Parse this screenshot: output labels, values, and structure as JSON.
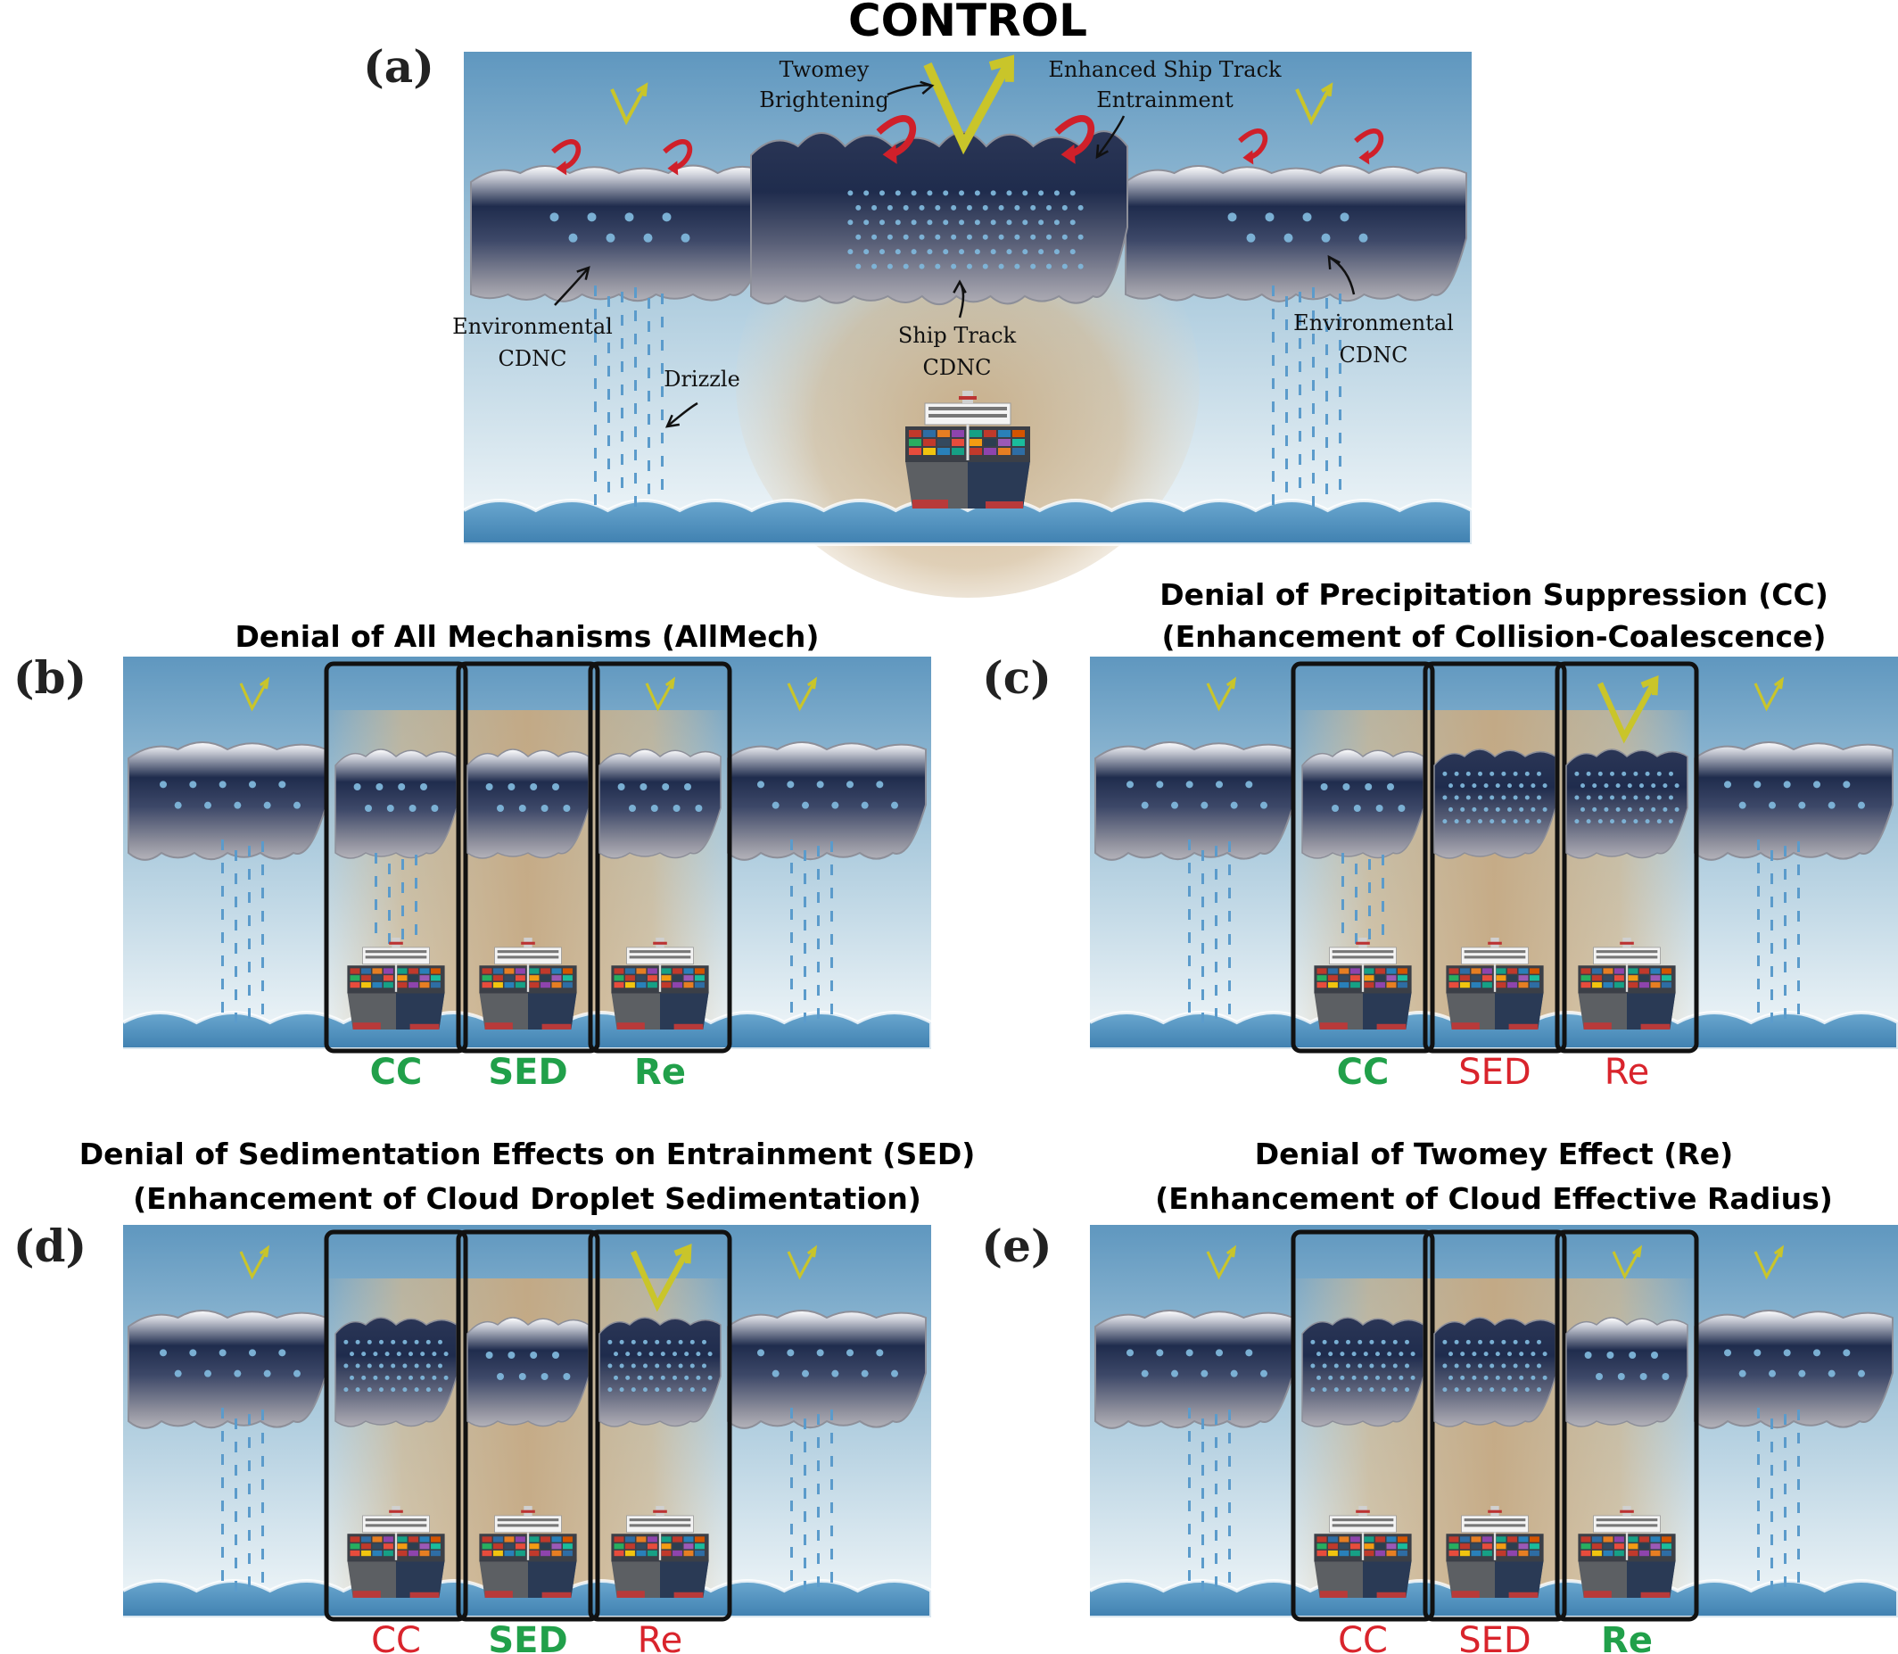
{
  "colors": {
    "sky_top": "#5f97bf",
    "sky_bottom": "#eef5f8",
    "cloud_top": "#ffffff",
    "cloud_dark": "#1f2c4d",
    "cloud_bottom": "#9a9aa4",
    "droplet": "#7eb6da",
    "drizzle": "#5b9bcb",
    "plume": "#c8b088",
    "ocean": "#4a8cba",
    "arrow_yellow": "#c9c52a",
    "arrow_red": "#d0202a",
    "on": "#21a04a",
    "off": "#d9242c"
  },
  "main_title": "CONTROL",
  "panels": [
    {
      "id": "a",
      "label": "(a)",
      "title": [],
      "annotations": {
        "twomey": [
          "Twomey",
          "Brightening"
        ],
        "entrainment": [
          "Enhanced Ship Track",
          "Entrainment"
        ],
        "env_left": [
          "Environmental",
          "CDNC"
        ],
        "env_right": [
          "Environmental",
          "CDNC"
        ],
        "ship_track": [
          "Ship Track",
          "CDNC"
        ],
        "drizzle": "Drizzle"
      }
    },
    {
      "id": "b",
      "label": "(b)",
      "title": [
        "Denial of All Mechanisms (AllMech)"
      ],
      "mechanisms": [
        {
          "label": "CC",
          "status": "on"
        },
        {
          "label": "SED",
          "status": "on"
        },
        {
          "label": "Re",
          "status": "on"
        }
      ]
    },
    {
      "id": "c",
      "label": "(c)",
      "title": [
        "Denial of Precipitation Suppression (CC)",
        "(Enhancement of Collision-Coalescence)"
      ],
      "mechanisms": [
        {
          "label": "CC",
          "status": "on"
        },
        {
          "label": "SED",
          "status": "off"
        },
        {
          "label": "Re",
          "status": "off"
        }
      ]
    },
    {
      "id": "d",
      "label": "(d)",
      "title": [
        "Denial of Sedimentation Effects on Entrainment (SED)",
        "(Enhancement of Cloud Droplet Sedimentation)"
      ],
      "mechanisms": [
        {
          "label": "CC",
          "status": "off"
        },
        {
          "label": "SED",
          "status": "on"
        },
        {
          "label": "Re",
          "status": "off"
        }
      ]
    },
    {
      "id": "e",
      "label": "(e)",
      "title": [
        "Denial of Twomey Effect (Re)",
        "(Enhancement of Cloud Effective Radius)"
      ],
      "mechanisms": [
        {
          "label": "CC",
          "status": "off"
        },
        {
          "label": "SED",
          "status": "off"
        },
        {
          "label": "Re",
          "status": "on"
        }
      ]
    }
  ]
}
